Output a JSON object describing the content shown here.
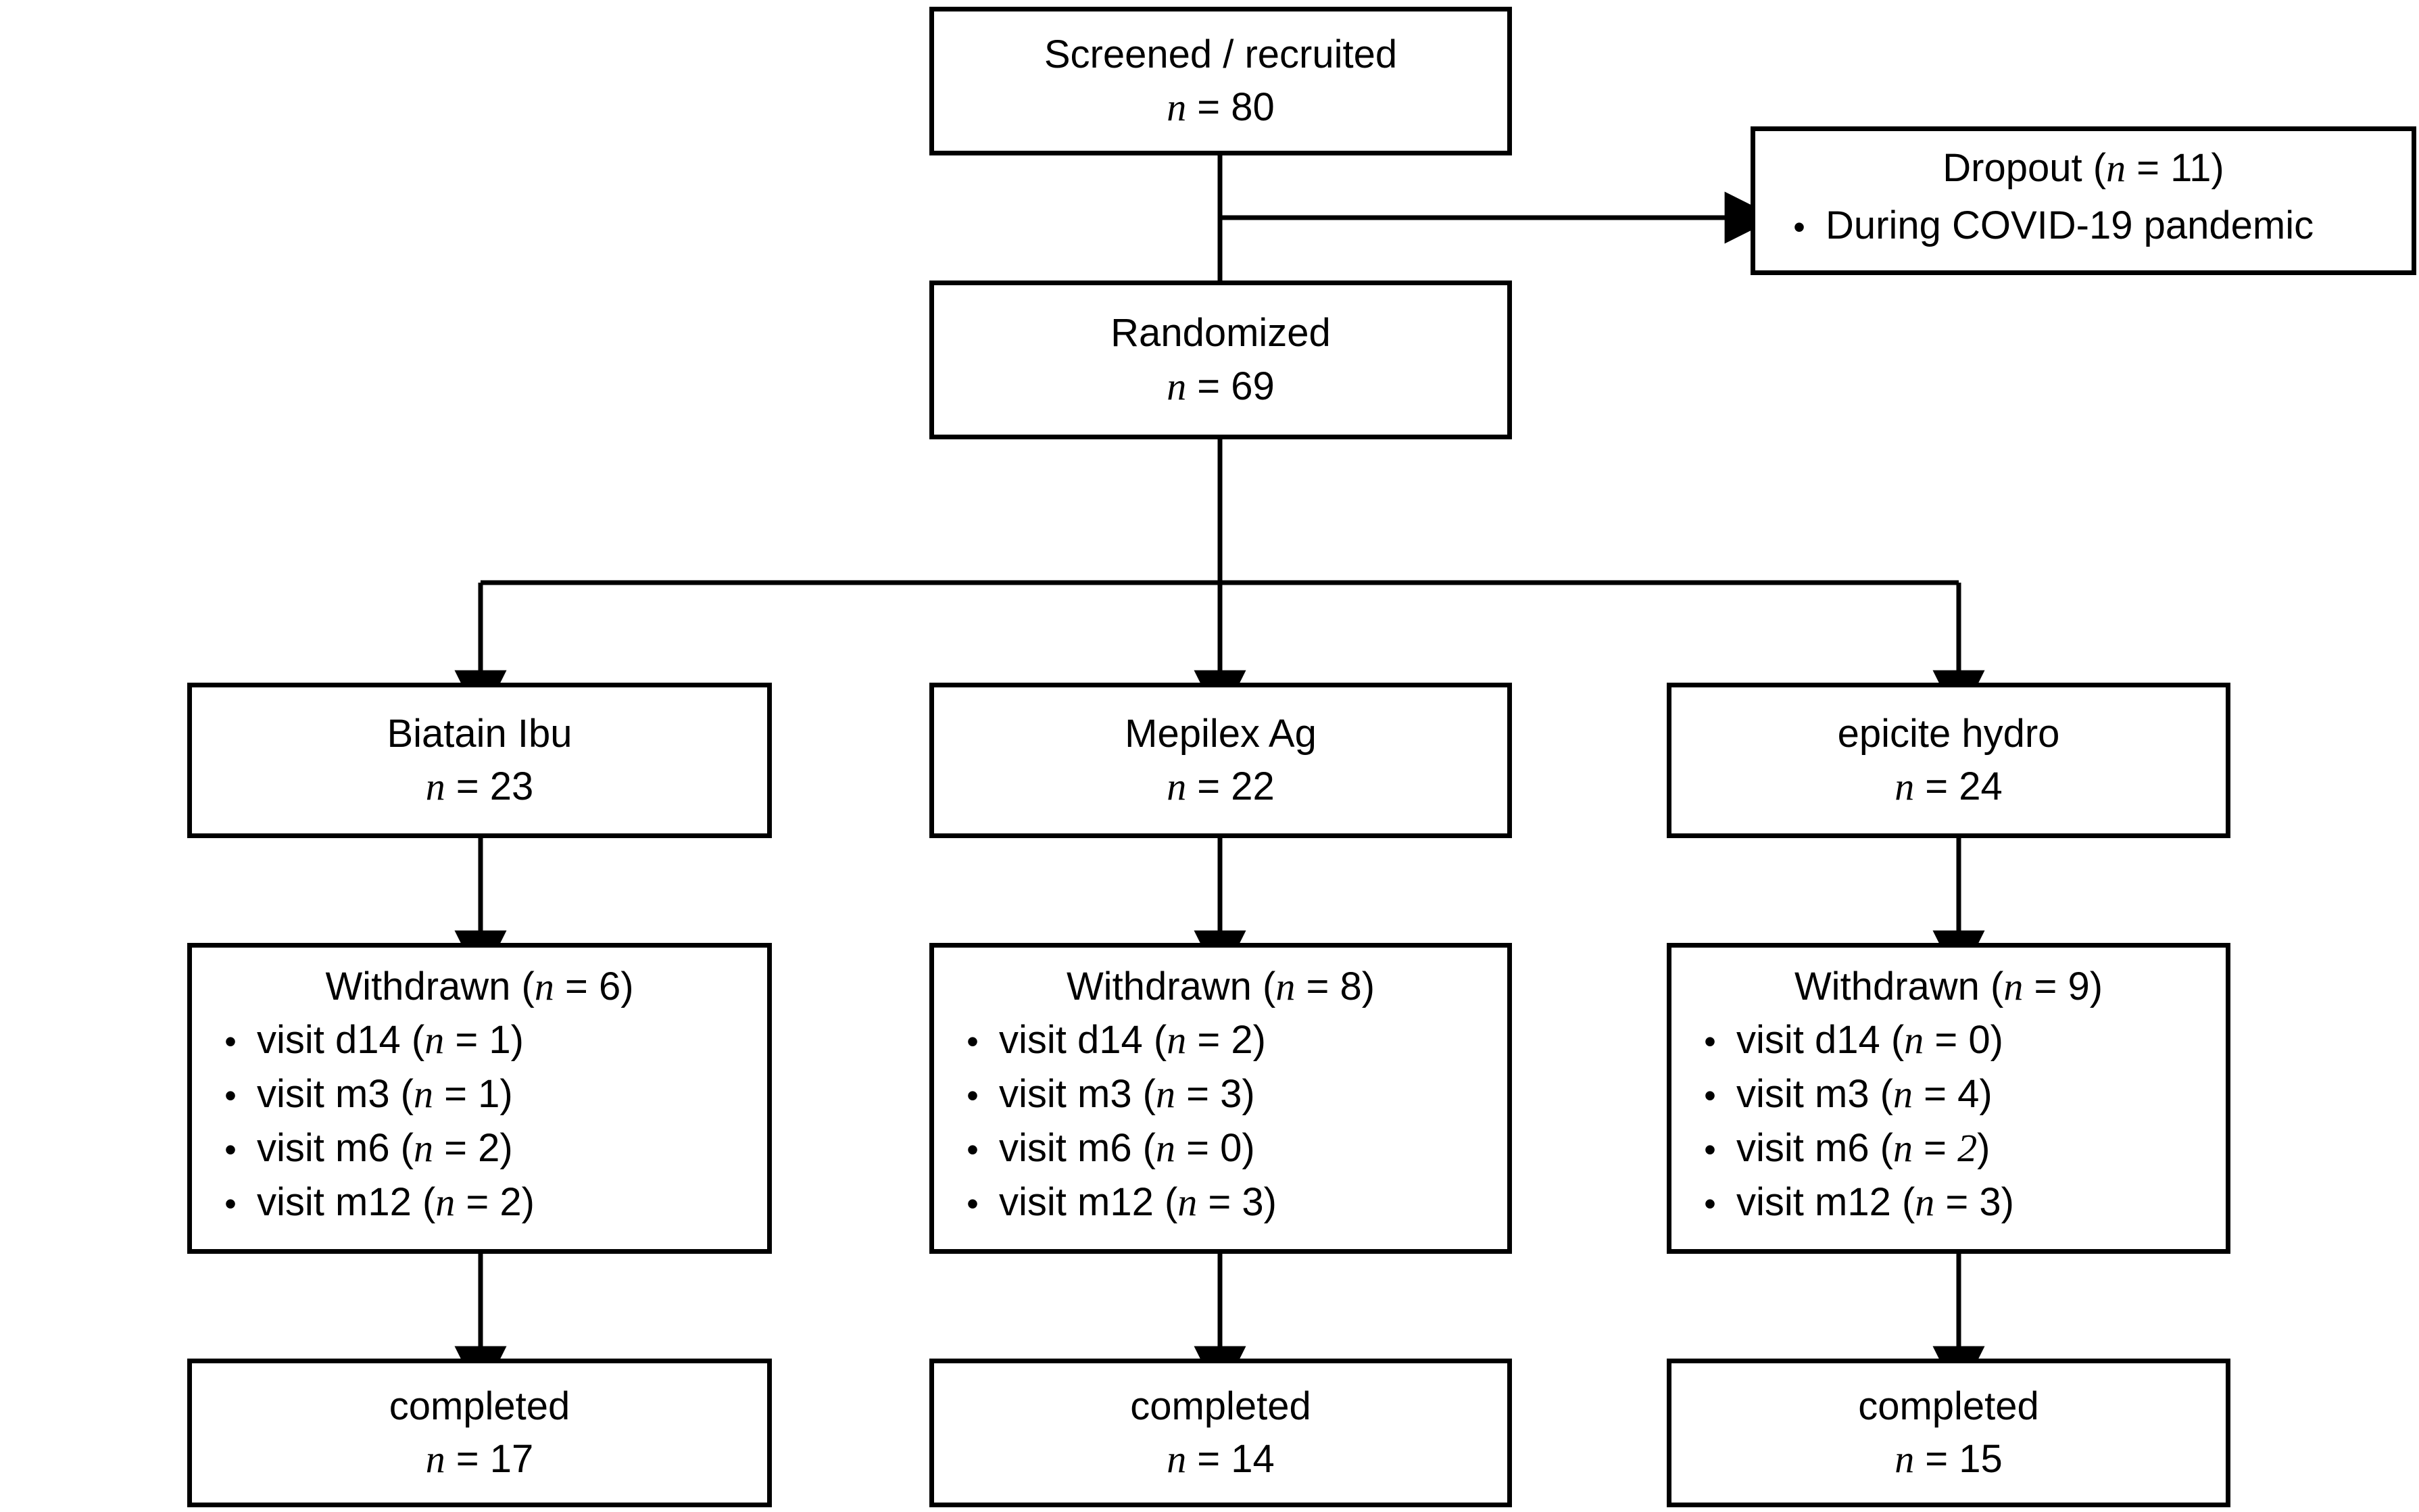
{
  "diagram": {
    "type": "consort-flow-diagram",
    "colors": {
      "stroke": "#000000",
      "background": "#ffffff",
      "text": "#000000"
    },
    "nodes": {
      "screened": {
        "title": "Screened / recruited",
        "n_label": "n",
        "eq": " = ",
        "n_value": "80"
      },
      "dropout": {
        "title_prefix": "Dropout (",
        "n_label": "n",
        "eq": " = ",
        "n_value": "11",
        "title_suffix": ")",
        "bullet": "During COVID-19 pandemic",
        "bullet_marker": "•"
      },
      "randomized": {
        "title": "Randomized",
        "n_label": "n",
        "eq": " = ",
        "n_value": "69"
      },
      "arms": [
        {
          "title": "Biatain Ibu",
          "n_label": "n",
          "eq": " = ",
          "n_value": "23"
        },
        {
          "title": "Mepilex Ag",
          "n_label": "n",
          "eq": " = ",
          "n_value": "22"
        },
        {
          "title": "epicite hydro",
          "n_label": "n",
          "eq": " = ",
          "n_value": "24"
        }
      ],
      "withdrawn": [
        {
          "title_prefix": "Withdrawn (",
          "n_label": "n",
          "eq": " = ",
          "n_value": "6",
          "title_suffix": ")",
          "bullet_marker": "•",
          "items": [
            {
              "visit": "visit d14 (",
              "n_label": "n",
              "eq": " = ",
              "n_value": "1",
              "close": ")"
            },
            {
              "visit": "visit m3 (",
              "n_label": "n",
              "eq": " = ",
              "n_value": "1",
              "close": ")"
            },
            {
              "visit": "visit m6 (",
              "n_label": "n",
              "eq": " = ",
              "n_value": "2",
              "close": ")"
            },
            {
              "visit": "visit m12 (",
              "n_label": "n",
              "eq": " = ",
              "n_value": "2",
              "close": ")"
            }
          ]
        },
        {
          "title_prefix": "Withdrawn (",
          "n_label": "n",
          "eq": " = ",
          "n_value": "8",
          "title_suffix": ")",
          "bullet_marker": "•",
          "items": [
            {
              "visit": "visit d14 (",
              "n_label": "n",
              "eq": " = ",
              "n_value": "2",
              "close": ")"
            },
            {
              "visit": "visit m3 (",
              "n_label": "n",
              "eq": " = ",
              "n_value": "3",
              "close": ")"
            },
            {
              "visit": "visit m6 (",
              "n_label": "n",
              "eq": " = ",
              "n_value": "0",
              "close": ")"
            },
            {
              "visit": "visit m12 (",
              "n_label": "n",
              "eq": " = ",
              "n_value": "3",
              "close": ")"
            }
          ]
        },
        {
          "title_prefix": "Withdrawn (",
          "n_label": "n",
          "eq": " = ",
          "n_value": "9",
          "title_suffix": ")",
          "bullet_marker": "•",
          "items": [
            {
              "visit": "visit d14 (",
              "n_label": "n",
              "eq": " = ",
              "n_value": "0",
              "close": ")"
            },
            {
              "visit": "visit m3 (",
              "n_label": "n",
              "eq": " = ",
              "n_value": "4",
              "close": ")"
            },
            {
              "visit": "visit m6 (",
              "n_label": "n",
              "eq": " = ",
              "n_value": "2",
              "close": ")"
            },
            {
              "visit": "visit m12 (",
              "n_label": "n",
              "eq": " = ",
              "n_value": "3",
              "close": ")"
            }
          ]
        }
      ],
      "completed": [
        {
          "title": "completed",
          "n_label": "n",
          "eq": " = ",
          "n_value": "17"
        },
        {
          "title": "completed",
          "n_label": "n",
          "eq": " = ",
          "n_value": "14"
        },
        {
          "title": "completed",
          "n_label": "n",
          "eq": " = ",
          "n_value": "15"
        }
      ]
    }
  }
}
